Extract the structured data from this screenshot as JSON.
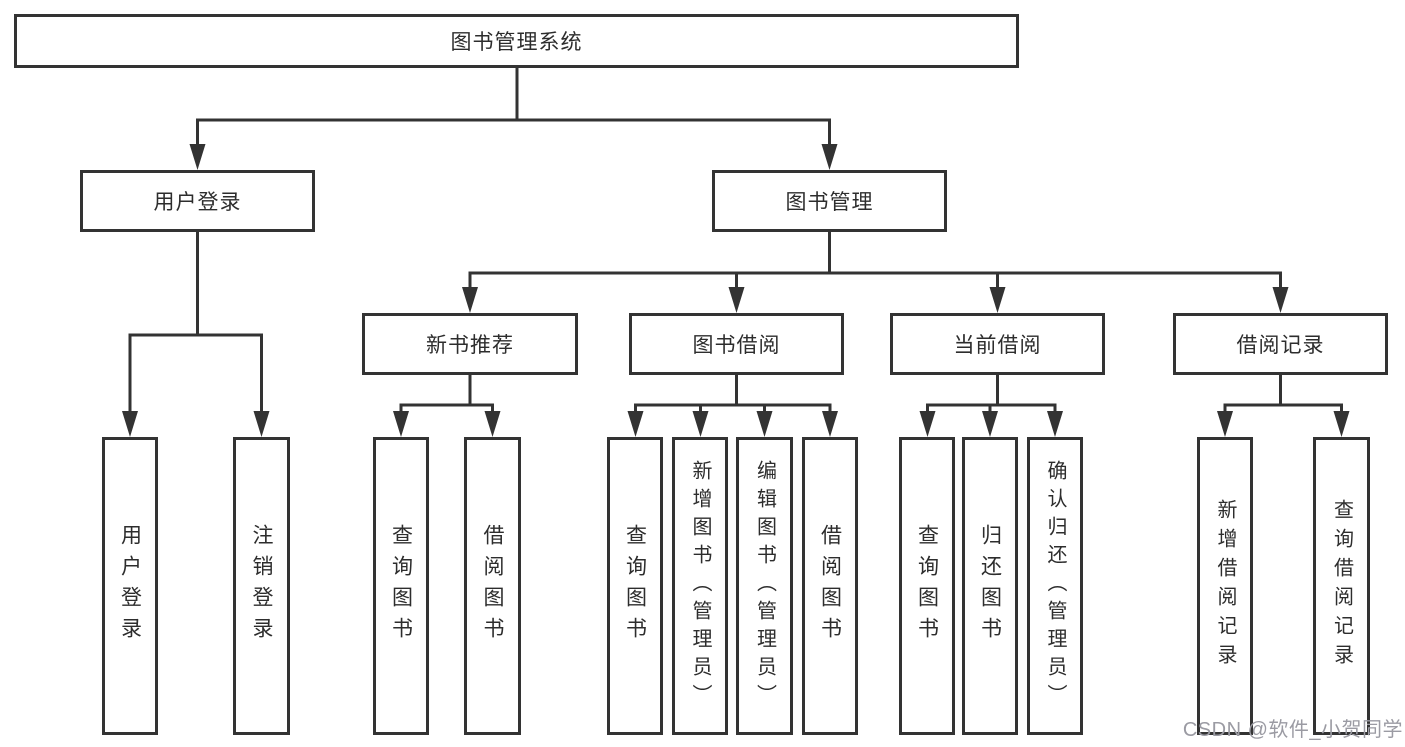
{
  "diagram_title": "图书管理系统",
  "nodes": {
    "root": {
      "label": "图书管理系统"
    },
    "user_login": {
      "label": "用户登录"
    },
    "book_management": {
      "label": "图书管理"
    },
    "login": {
      "label": "用户登录"
    },
    "logout": {
      "label": "注销登录"
    },
    "new_book_recommend": {
      "label": "新书推荐"
    },
    "book_borrow": {
      "label": "图书借阅"
    },
    "current_borrow": {
      "label": "当前借阅"
    },
    "borrow_record": {
      "label": "借阅记录"
    },
    "nb_query_book": {
      "label": "查询图书"
    },
    "nb_borrow_book": {
      "label": "借阅图书"
    },
    "bb_query_book": {
      "label": "查询图书"
    },
    "bb_add_book": {
      "label": "新增图书（管理员）"
    },
    "bb_edit_book": {
      "label": "编辑图书（管理员）"
    },
    "bb_borrow_book": {
      "label": "借阅图书"
    },
    "cb_query_book": {
      "label": "查询图书"
    },
    "cb_return_book": {
      "label": "归还图书"
    },
    "cb_confirm_return": {
      "label": "确认归还（管理员）"
    },
    "br_add_record": {
      "label": "新增借阅记录"
    },
    "br_query_record": {
      "label": "查询借阅记录"
    }
  },
  "tree": {
    "图书管理系统": {
      "用户登录": [
        "用户登录",
        "注销登录"
      ],
      "图书管理": {
        "新书推荐": [
          "查询图书",
          "借阅图书"
        ],
        "图书借阅": [
          "查询图书",
          "新增图书（管理员）",
          "编辑图书（管理员）",
          "借阅图书"
        ],
        "当前借阅": [
          "查询图书",
          "归还图书",
          "确认归还（管理员）"
        ],
        "借阅记录": [
          "新增借阅记录",
          "查询借阅记录"
        ]
      }
    }
  },
  "watermark": {
    "text": "CSDN @软件_小贺同学"
  },
  "colors": {
    "background": "#ffffff",
    "line": "#333333",
    "box_border": "#333333",
    "text": "#2d2d2d",
    "watermark": "#9b9ba3"
  }
}
